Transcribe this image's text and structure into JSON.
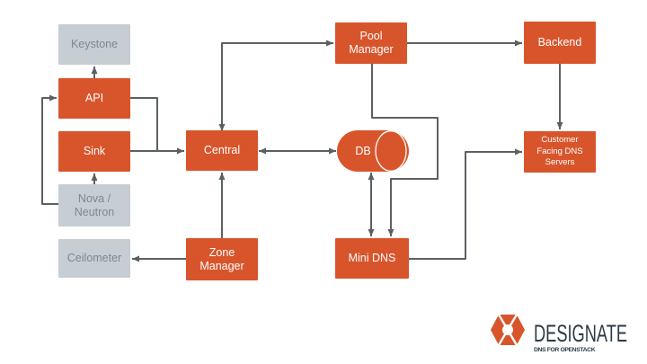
{
  "colors": {
    "node_orange": "#D8552C",
    "node_gray": "#C6CDD3",
    "gray_text": "#7F8890",
    "white_text": "#FFFFFF",
    "connector": "#5B6064",
    "logo_text": "#2C3B47",
    "background": "#FFFFFF"
  },
  "diagram": {
    "nodes": {
      "keystone": {
        "label": "Keystone",
        "type": "external"
      },
      "api": {
        "label": "API",
        "type": "designate"
      },
      "sink": {
        "label": "Sink",
        "type": "designate"
      },
      "nova_neutron": {
        "lines": [
          "Nova /",
          "Neutron"
        ],
        "type": "external"
      },
      "ceilometer": {
        "label": "Ceilometer",
        "type": "external"
      },
      "central": {
        "label": "Central",
        "type": "designate"
      },
      "zone_manager": {
        "lines": [
          "Zone",
          "Manager"
        ],
        "type": "designate"
      },
      "pool_manager": {
        "lines": [
          "Pool",
          "Manager"
        ],
        "type": "designate"
      },
      "db": {
        "label": "DB",
        "type": "database"
      },
      "mini_dns": {
        "label": "Mini DNS",
        "type": "designate"
      },
      "backend": {
        "label": "Backend",
        "type": "designate"
      },
      "customer_dns": {
        "lines": [
          "Customer",
          "Facing DNS",
          "Servers"
        ],
        "type": "designate"
      }
    },
    "edges": [
      {
        "from": "api",
        "to": "keystone",
        "bidirectional": false
      },
      {
        "from": "nova_neutron",
        "to": "sink",
        "bidirectional": false
      },
      {
        "from": "nova_neutron",
        "to": "api",
        "bidirectional": false
      },
      {
        "from": "api",
        "to": "central",
        "bidirectional": false
      },
      {
        "from": "sink",
        "to": "central",
        "bidirectional": false
      },
      {
        "from": "central",
        "to": "pool_manager",
        "bidirectional": true
      },
      {
        "from": "central",
        "to": "db",
        "bidirectional": true
      },
      {
        "from": "zone_manager",
        "to": "central",
        "bidirectional": false
      },
      {
        "from": "zone_manager",
        "to": "ceilometer",
        "bidirectional": false
      },
      {
        "from": "db",
        "to": "mini_dns",
        "bidirectional": true
      },
      {
        "from": "pool_manager",
        "to": "mini_dns",
        "bidirectional": false
      },
      {
        "from": "mini_dns",
        "to": "customer_dns",
        "bidirectional": false
      },
      {
        "from": "pool_manager",
        "to": "backend",
        "bidirectional": false
      },
      {
        "from": "backend",
        "to": "customer_dns",
        "bidirectional": false
      }
    ]
  },
  "logo": {
    "name": "DESIGNATE",
    "tagline": "DNS FOR OPENSTACK"
  }
}
